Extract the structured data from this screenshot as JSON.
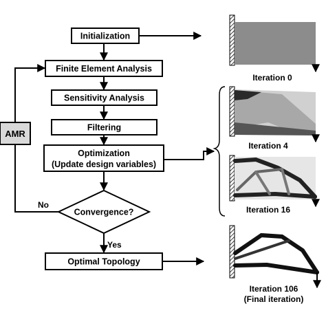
{
  "flow": {
    "init": "Initialization",
    "fea": "Finite Element Analysis",
    "sens": "Sensitivity Analysis",
    "filt": "Filtering",
    "opt_line1": "Optimization",
    "opt_line2": "(Update design variables)",
    "conv": "Convergence?",
    "yes": "Yes",
    "no": "No",
    "amr": "AMR",
    "final": "Optimal Topology"
  },
  "results": {
    "iter0": "Iteration 0",
    "iter4": "Iteration 4",
    "iter16": "Iteration 16",
    "iter106": "Iteration 106",
    "iter106_note": "(Final iteration)"
  }
}
